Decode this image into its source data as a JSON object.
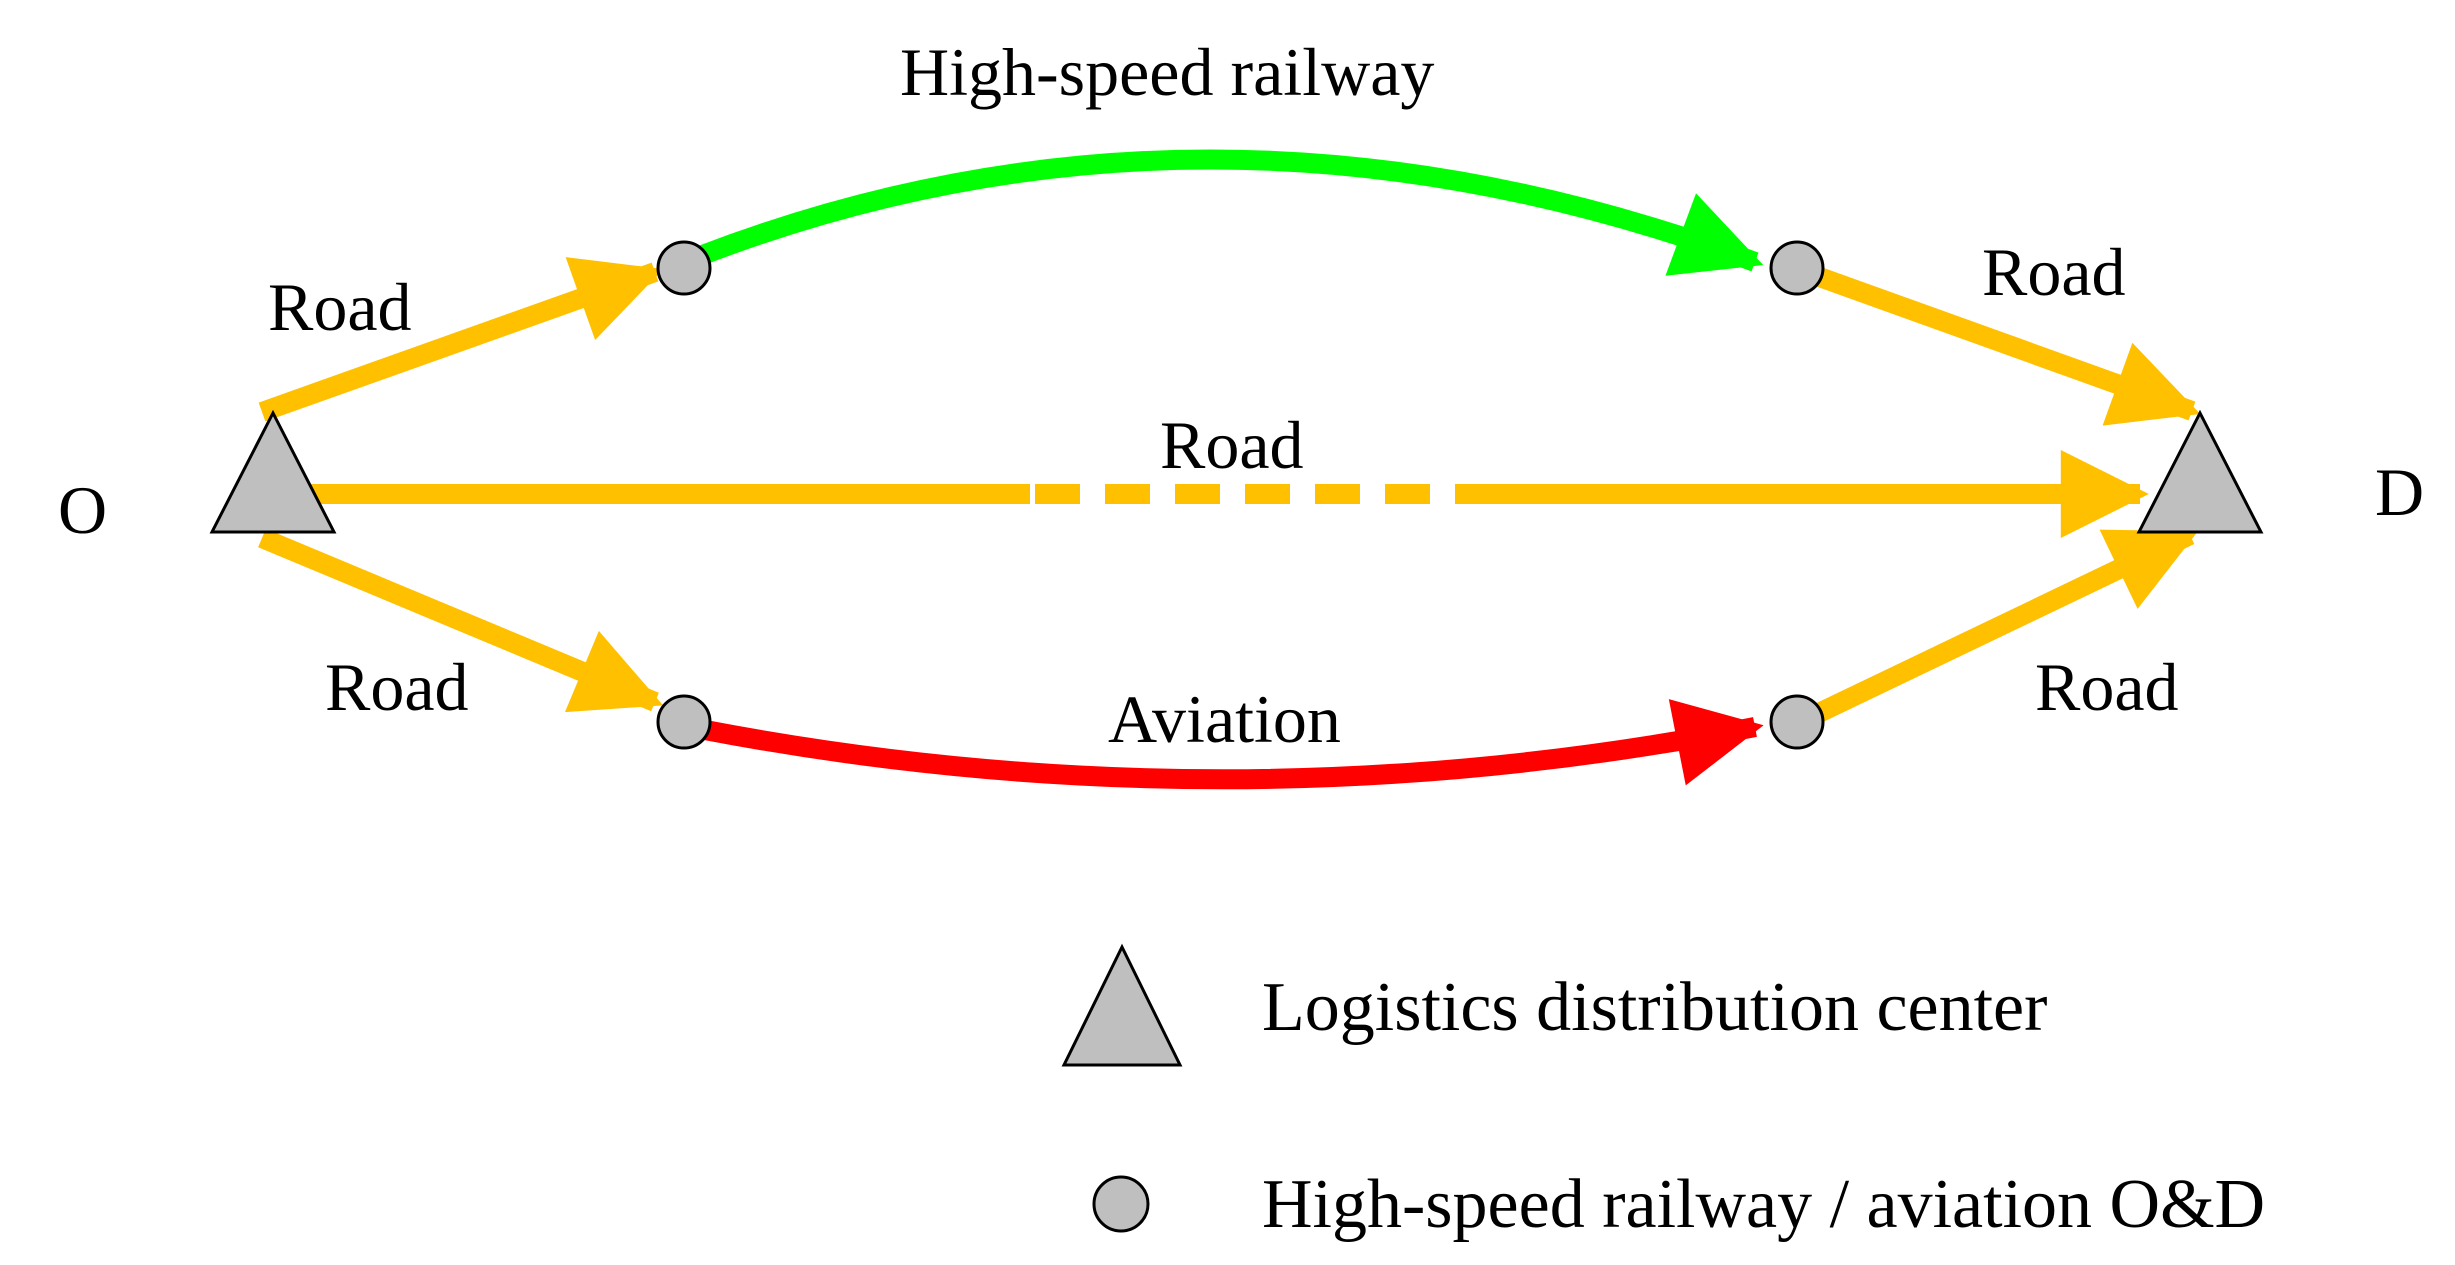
{
  "colors": {
    "road": "#FFC000",
    "railway": "#00FF00",
    "aviation": "#FF0000",
    "node_fill": "#BFBFBF",
    "outline": "#000000"
  },
  "nodes": {
    "origin_label": "O",
    "destination_label": "D"
  },
  "edges": {
    "railway_label": "High-speed railway",
    "aviation_label": "Aviation",
    "road_upper_left": "Road",
    "road_upper_right": "Road",
    "road_direct": "Road",
    "road_lower_left": "Road",
    "road_lower_right": "Road"
  },
  "legend": {
    "triangle_label": "Logistics distribution center",
    "circle_label": "High-speed railway / aviation O&D",
    "triangle_icon": "triangle-icon",
    "circle_icon": "circle-icon"
  }
}
